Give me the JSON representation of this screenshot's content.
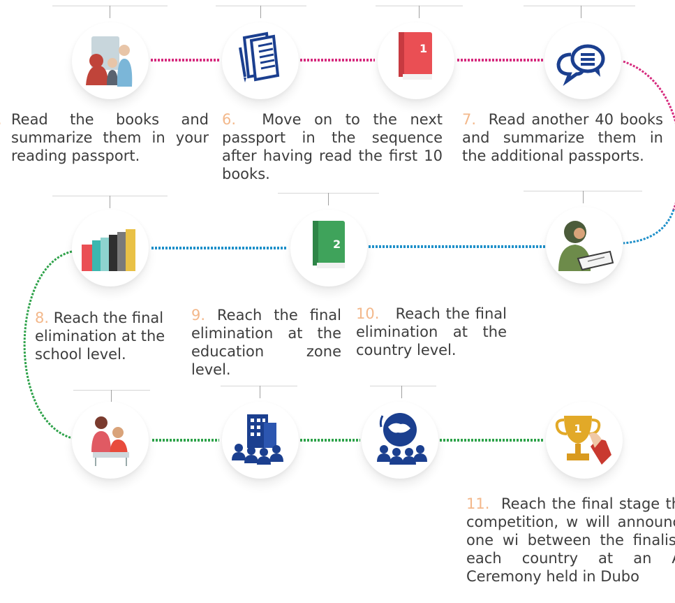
{
  "steps": [
    {
      "num": ".",
      "text": "Read the books and summarize them in your reading passport."
    },
    {
      "num": "6.",
      "text": "Move on to the next passport in the sequence after having read the first 10 books."
    },
    {
      "num": "7.",
      "text": "Read another 40 books and summarize them in the additional passports."
    },
    {
      "num": "8.",
      "text": "Reach the final elimination at the school level."
    },
    {
      "num": "9.",
      "text": "Reach the final elimination at the education zone level."
    },
    {
      "num": "10.",
      "text": "Reach the final elimination at the country level."
    },
    {
      "num": "11.",
      "text": "Reach the final stage the competition, w will announce one wi between the finalists each country at an Av Ceremony held in Dubo"
    }
  ],
  "book_numbers": {
    "book1": "1",
    "book2": "2"
  },
  "colors": {
    "row1_line": "#d62b7e",
    "row2_line": "#1d8fc9",
    "row3_line": "#2ea24a",
    "accent_number": "#f3b88b"
  },
  "icons": [
    "meeting-icon",
    "passport-icon",
    "red-book-icon",
    "chat-bubbles-icon",
    "books-stack-icon",
    "green-book-icon",
    "student-reading-icon",
    "teacher-student-icon",
    "building-people-icon",
    "globe-people-icon",
    "trophy-icon"
  ]
}
